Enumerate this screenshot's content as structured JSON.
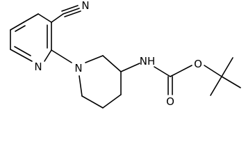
{
  "molecule": {
    "atoms": {
      "nitrile_n": "N",
      "pyridine_n": "N",
      "piperidine_n": "N",
      "amide_n": "NH",
      "ester_o": "O",
      "carbonyl_o": "O"
    }
  },
  "colors": {
    "bond": "#000000",
    "label": "#000000",
    "background": "#ffffff"
  }
}
